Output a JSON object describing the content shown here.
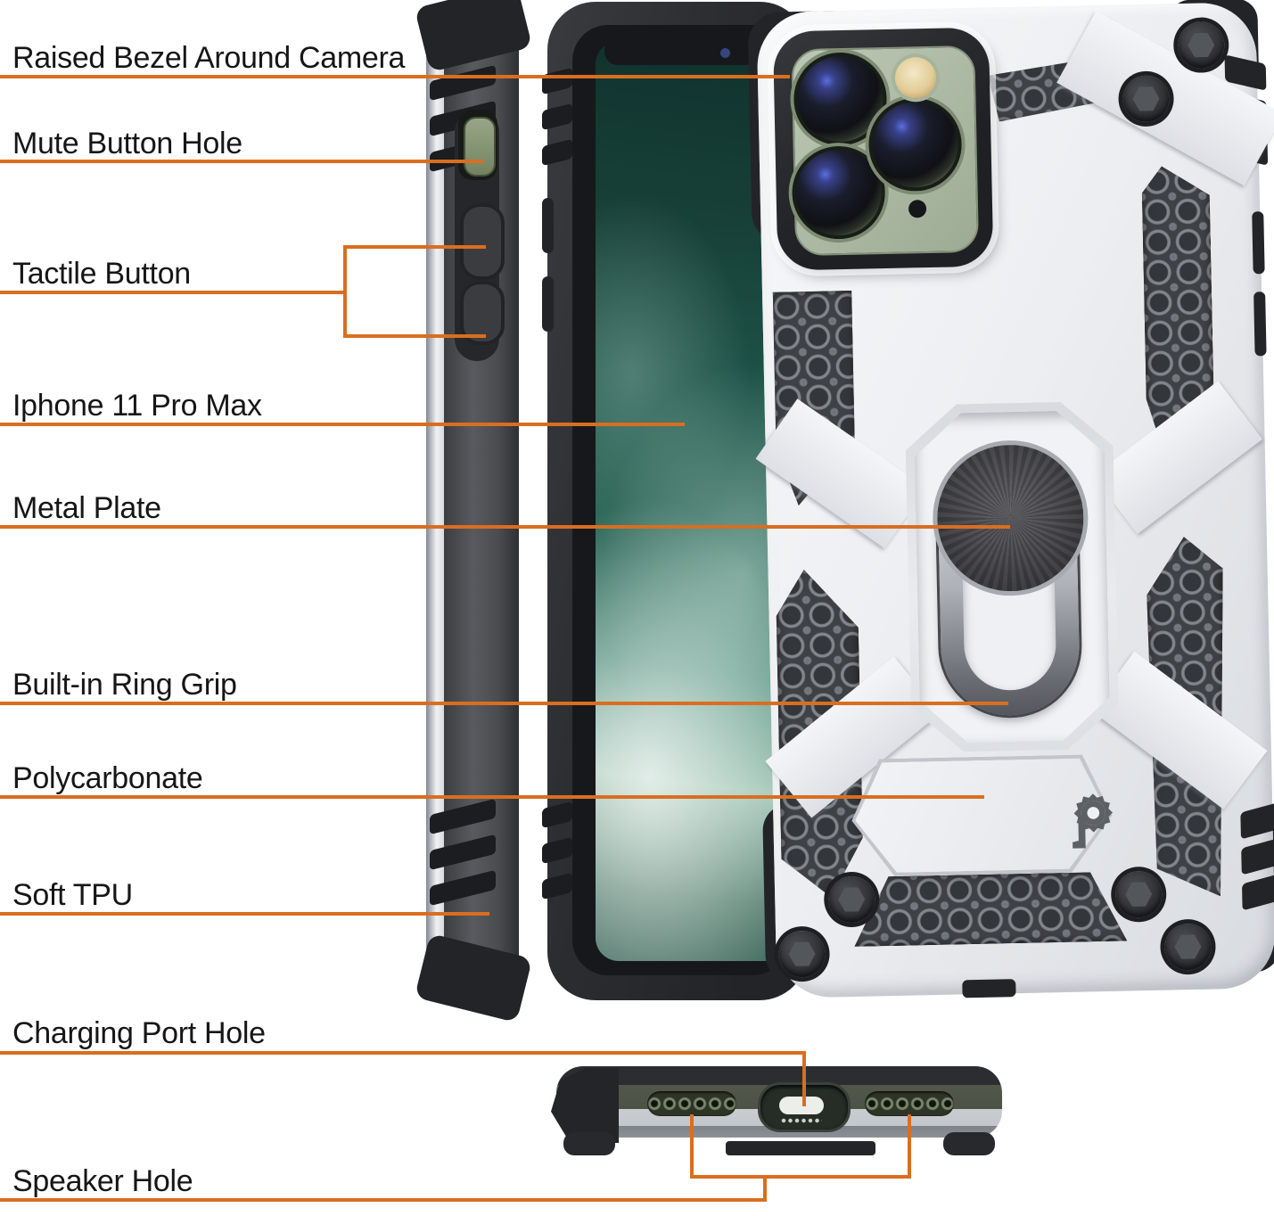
{
  "page": {
    "type": "product-callout-diagram",
    "background": "#ffffff"
  },
  "annotations": {
    "line_color": "#D96E20",
    "items": [
      {
        "id": "raised-bezel-around-camera",
        "label": "Raised Bezel Around Camera"
      },
      {
        "id": "mute-button-hole",
        "label": "Mute Button Hole"
      },
      {
        "id": "tactile-button",
        "label": "Tactile Button"
      },
      {
        "id": "iphone-11-pro-max",
        "label": "Iphone 11 Pro Max"
      },
      {
        "id": "metal-plate",
        "label": "Metal Plate"
      },
      {
        "id": "built-in-ring-grip",
        "label": "Built-in Ring Grip"
      },
      {
        "id": "polycarbonate",
        "label": "Polycarbonate"
      },
      {
        "id": "soft-tpu",
        "label": "Soft TPU"
      },
      {
        "id": "charging-port-hole",
        "label": "Charging Port Hole"
      },
      {
        "id": "speaker-hole",
        "label": "Speaker Hole"
      }
    ]
  },
  "product": {
    "device_label": "Iphone 11 Pro Max",
    "brand_logo_glyph": "p",
    "view_names": [
      "side",
      "front",
      "back",
      "bottom"
    ],
    "colors": {
      "shell_white": "#eef0f3",
      "tpu_black": "#232428",
      "camera_module_green": "#aebda7",
      "screen_teal": "#1e574b",
      "mesh_dark": "#3e4146",
      "mute_switch_green": "#86957a"
    }
  }
}
